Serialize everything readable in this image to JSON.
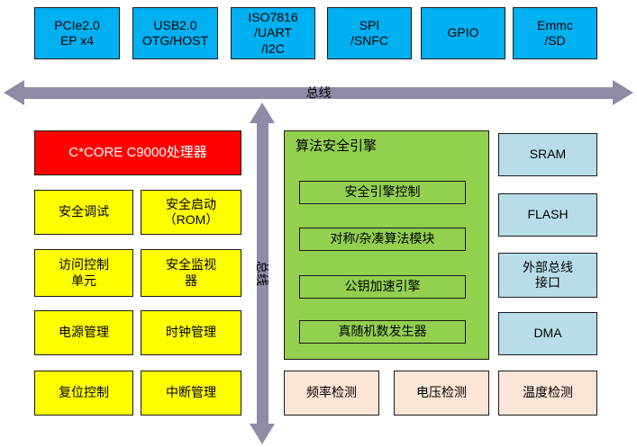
{
  "colors": {
    "cyan": "#00B0F0",
    "red": "#FF0000",
    "yellow": "#FFFF00",
    "green": "#92D050",
    "light_cyan": "#B7DEE8",
    "peach": "#FBE5D6",
    "bus": "#8E8BA7"
  },
  "top_row": [
    {
      "label": "PCIe2.0\nEP x4"
    },
    {
      "label": "USB2.0\nOTG/HOST"
    },
    {
      "label": "ISO7816\n/UART\n/I2C"
    },
    {
      "label": "SPI\n/SNFC"
    },
    {
      "label": "GPIO"
    },
    {
      "label": "Emmc\n/SD"
    }
  ],
  "buses": {
    "horizontal_label": "总线",
    "vertical_label": "总线"
  },
  "cpu": {
    "label": "C*CORE C9000处理器"
  },
  "left_modules": [
    {
      "label": "安全调试"
    },
    {
      "label": "安全启动\n（ROM）"
    },
    {
      "label": "访问控制\n单元"
    },
    {
      "label": "安全监视\n器"
    },
    {
      "label": "电源管理"
    },
    {
      "label": "时钟管理"
    },
    {
      "label": "复位控制"
    },
    {
      "label": "中断管理"
    }
  ],
  "security_engine": {
    "title": "算法安全引擎",
    "modules": [
      {
        "label": "安全引擎控制"
      },
      {
        "label": "对称/杂凑算法模块"
      },
      {
        "label": "公钥加速引擎"
      },
      {
        "label": "真随机数发生器"
      }
    ]
  },
  "memory_column": [
    {
      "label": "SRAM"
    },
    {
      "label": "FLASH"
    },
    {
      "label": "外部总线\n接口"
    },
    {
      "label": "DMA"
    }
  ],
  "detectors": [
    {
      "label": "频率检测"
    },
    {
      "label": "电压检测"
    },
    {
      "label": "温度检测"
    }
  ]
}
